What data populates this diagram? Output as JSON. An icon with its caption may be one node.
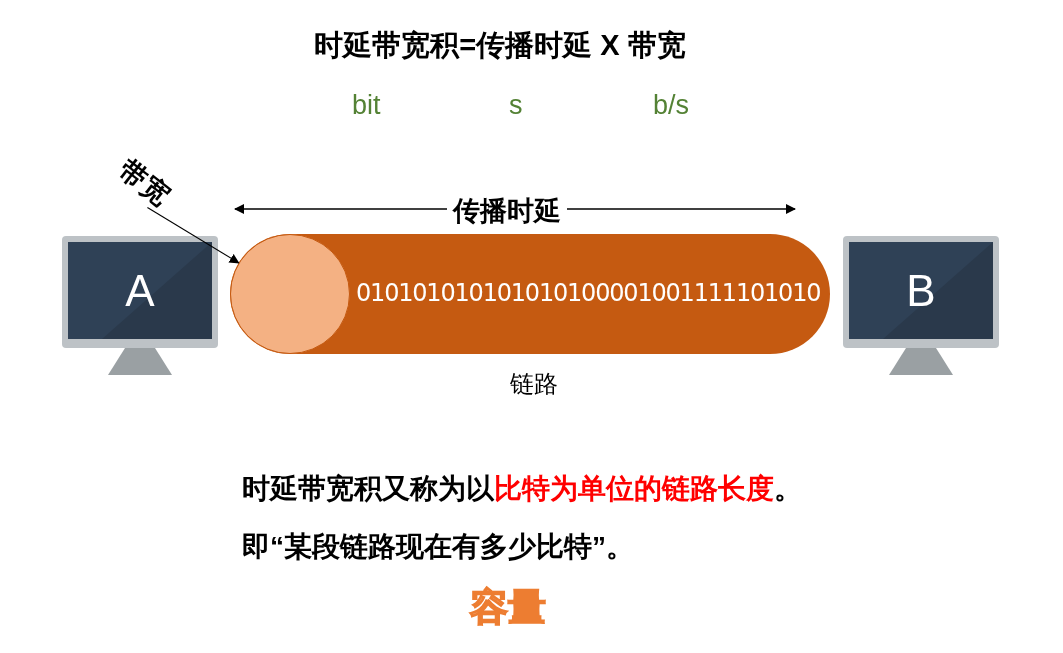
{
  "diagram": {
    "title": "时延带宽积=传播时延 X 带宽",
    "nodes": [
      {
        "text": [
          "A"
        ]
      },
      {
        "text": [
          "010101010101010100001001111101010"
        ],
        "beside": [
          "链路"
        ]
      },
      {
        "text": [],
        "shape": "circle",
        "in": 1
      },
      {
        "text": [
          "B"
        ]
      },
      {
        "text": [
          "带宽"
        ]
      }
    ],
    "edges": [
      {
        "from": 4,
        "to": 2,
        "arrow": "to"
      }
    ],
    "labels": [
      "bit",
      "s",
      "b/s",
      "传播时延",
      "时延带宽积又称为以",
      "比特为单位的链路长度",
      "。",
      "即“某段链路现在有多少比特”。",
      "容量"
    ]
  }
}
